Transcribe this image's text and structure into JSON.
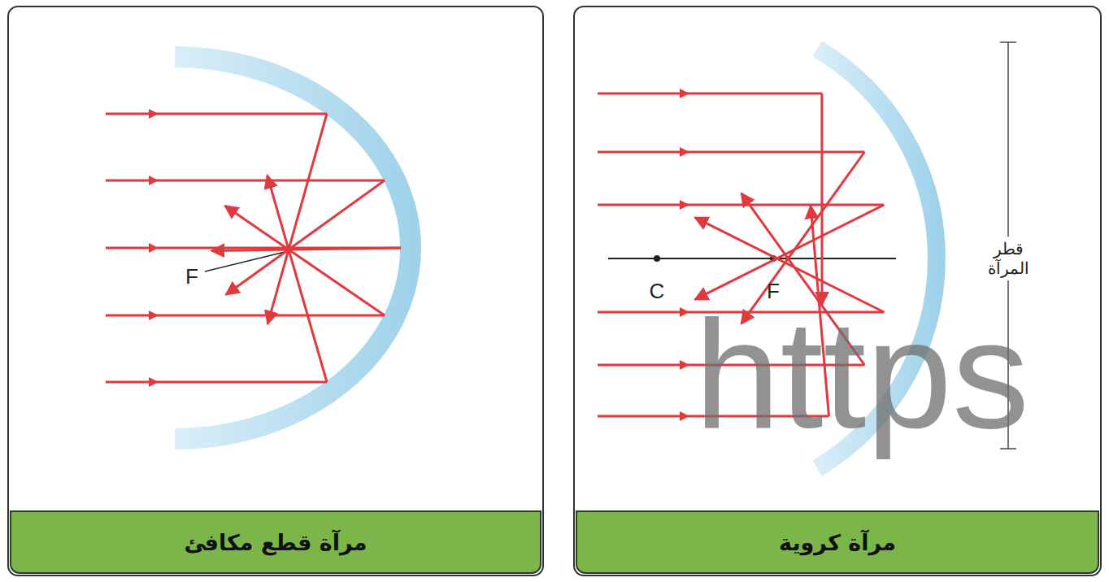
{
  "diagram": {
    "nodes": [
      {
        "text": [
          "مرآة قطع مكافئ"
        ]
      },
      {
        "text": [
          "مرآة كروية"
        ]
      }
    ],
    "labels": [
      "F",
      "C",
      "F",
      "قطر المرآة",
      "https"
    ]
  }
}
